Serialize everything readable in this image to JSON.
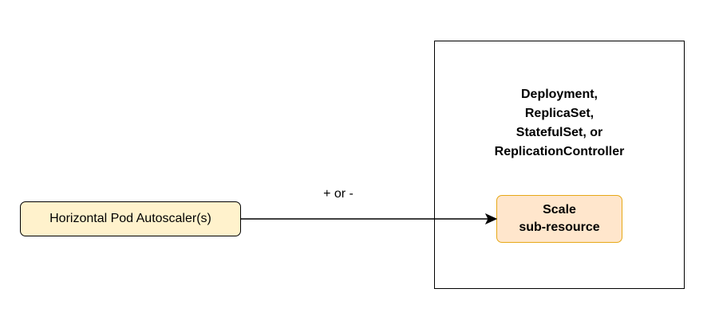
{
  "diagram": {
    "source_node": {
      "label": "Horizontal Pod Autoscaler(s)"
    },
    "target_container": {
      "title_lines": [
        "Deployment,",
        "ReplicaSet,",
        "StatefulSet, or",
        "ReplicationController"
      ]
    },
    "scale_node": {
      "lines": [
        "Scale",
        "sub-resource"
      ]
    },
    "edge": {
      "label": "+ or -"
    },
    "colors": {
      "source_fill": "#fff2cc",
      "scale_fill": "#ffe6cc",
      "scale_border": "#e6a817",
      "stroke": "#000000"
    }
  }
}
